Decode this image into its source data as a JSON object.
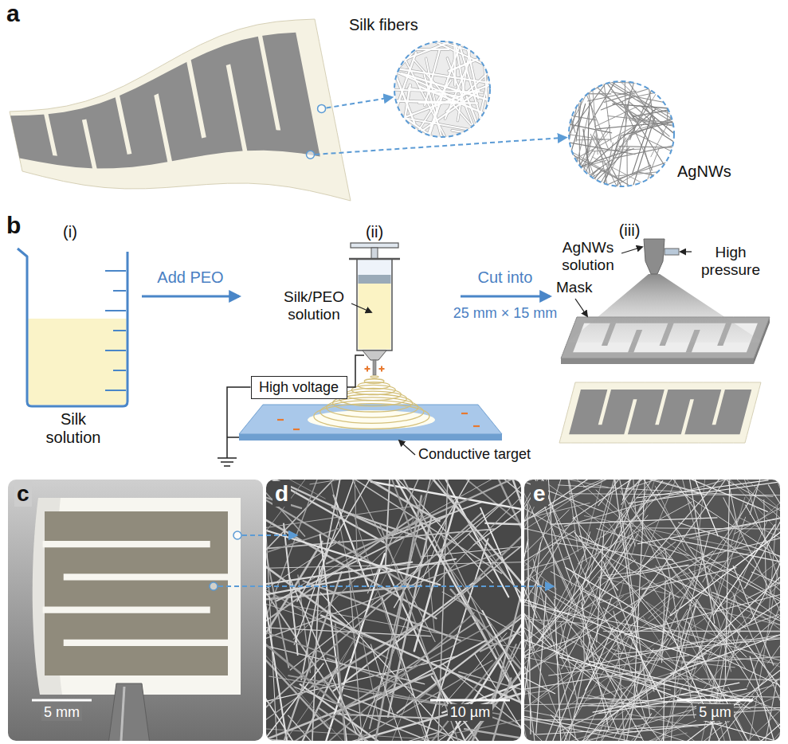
{
  "diagram": {
    "nodes": [
      {
        "text": [
          "High voltage"
        ]
      },
      {
        "text": [
          "c",
          "5 mm"
        ]
      },
      {
        "text": [
          "d",
          "10 µm"
        ]
      },
      {
        "text": [
          "e",
          "5 µm"
        ]
      }
    ],
    "labels": [
      "a",
      "Silk fibers",
      "AgNWs",
      "b",
      "(i)",
      "(ii)",
      "(iii)",
      "Silk solution",
      "Add PEO",
      "Silk/PEO solution",
      "Conductive target",
      "Cut into",
      "25 mm × 15 mm",
      "AgNWs solution",
      "High pressure",
      "Mask"
    ]
  }
}
